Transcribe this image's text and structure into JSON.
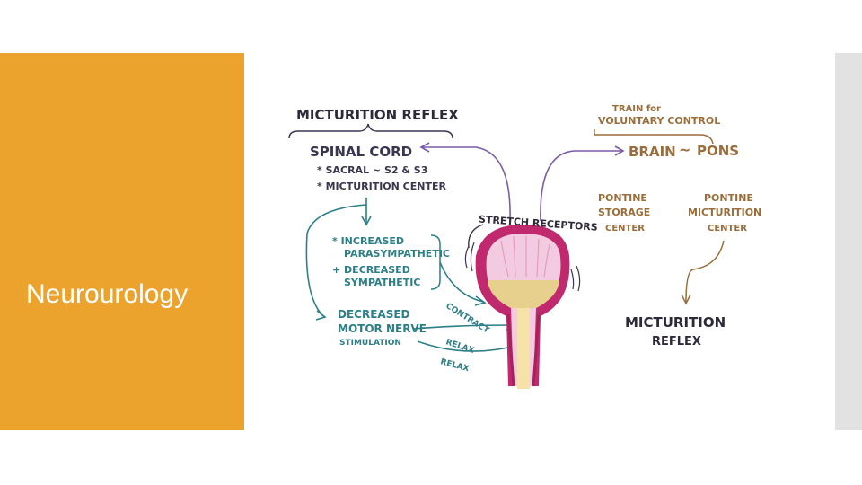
{
  "slide": {
    "title": "Neurourology"
  },
  "diagram": {
    "micturition_reflex_header": "MICTURITION REFLEX",
    "spinal_cord": "SPINAL CORD",
    "sacral": "* SACRAL ~ S2 & S3",
    "micturition_center": "* MICTURITION CENTER",
    "increased_1": "* INCREASED",
    "increased_2": "PARASYMPATHETIC",
    "decreased_1": "+ DECREASED",
    "decreased_2": "SYMPATHETIC",
    "motor_1": "DECREASED",
    "motor_2": "MOTOR NERVE",
    "motor_3": "STIMULATION",
    "contract": "CONTRACT",
    "relax_1": "RELAX",
    "relax_2": "RELAX",
    "stretch_receptors": "STRETCH RECEPTORS",
    "train_1": "TRAIN for",
    "train_2": "VOLUNTARY CONTROL",
    "brain": "BRAIN",
    "tilde": "~",
    "pons": "PONS",
    "pontine_storage_1": "PONTINE",
    "pontine_storage_2": "STORAGE",
    "pontine_storage_3": "CENTER",
    "pontine_mict_1": "PONTINE",
    "pontine_mict_2": "MICTURITION",
    "pontine_mict_3": "CENTER",
    "micturition_reflex_bottom_1": "MICTURITION",
    "micturition_reflex_bottom_2": "REFLEX"
  },
  "colors": {
    "orange_panel": "#ECA32E",
    "teal": "#2b7f87",
    "purple": "#7b5aa6",
    "brown": "#9a6d3a",
    "bladder_pink": "#e8a6c7",
    "urine": "#e7cf8e"
  }
}
